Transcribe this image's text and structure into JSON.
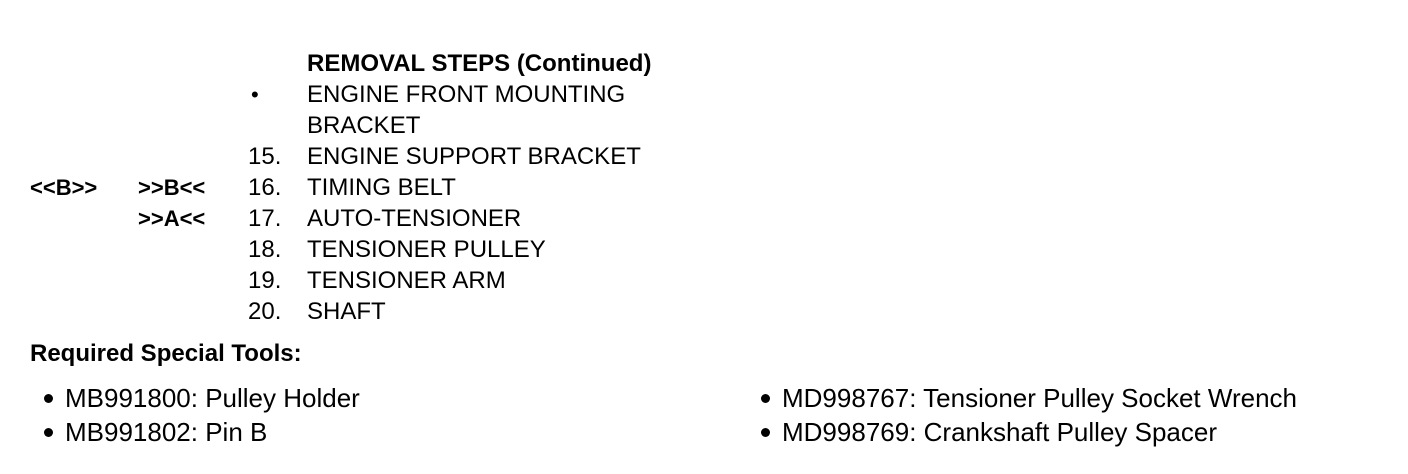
{
  "removal_steps": {
    "heading": "REMOVAL STEPS (Continued)",
    "rows": [
      {
        "removal": "",
        "installation": "",
        "number": "•",
        "name": "ENGINE FRONT MOUNTING BRACKET"
      },
      {
        "removal": "",
        "installation": "",
        "number": "15.",
        "name": "ENGINE SUPPORT BRACKET"
      },
      {
        "removal": "<<B>>",
        "installation": ">>B<<",
        "number": "16.",
        "name": "TIMING BELT"
      },
      {
        "removal": "",
        "installation": ">>A<<",
        "number": "17.",
        "name": "AUTO-TENSIONER"
      },
      {
        "removal": "",
        "installation": "",
        "number": "18.",
        "name": "TENSIONER PULLEY"
      },
      {
        "removal": "",
        "installation": "",
        "number": "19.",
        "name": "TENSIONER ARM"
      },
      {
        "removal": "",
        "installation": "",
        "number": "20.",
        "name": "SHAFT"
      }
    ]
  },
  "special_tools": {
    "title": "Required Special Tools:",
    "left": [
      "MB991800: Pulley Holder",
      "MB991802: Pin B"
    ],
    "right": [
      "MD998767: Tensioner Pulley Socket Wrench",
      "MD998769: Crankshaft Pulley Spacer"
    ]
  }
}
